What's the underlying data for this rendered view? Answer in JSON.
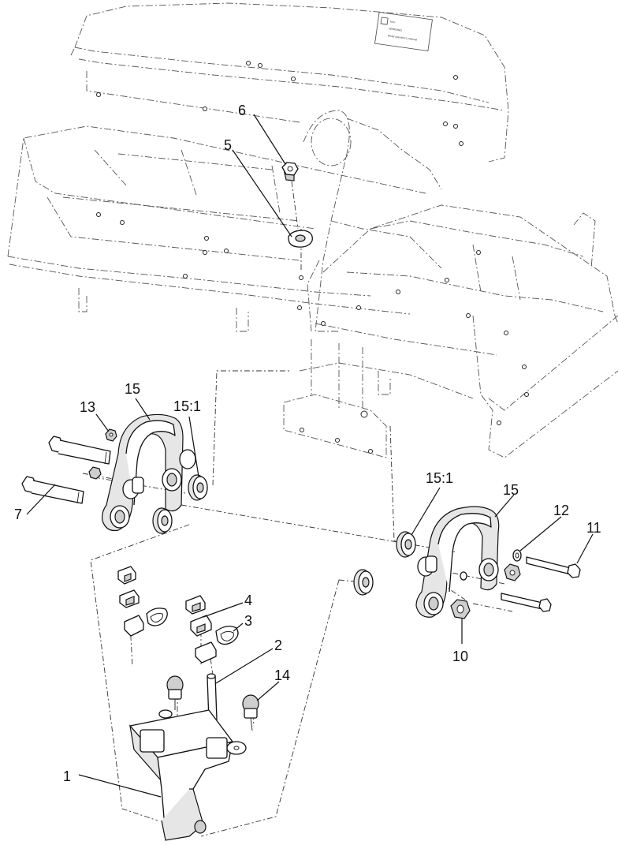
{
  "diagram": {
    "callouts": [
      {
        "id": "c6",
        "label": "6"
      },
      {
        "id": "c5",
        "label": "5"
      },
      {
        "id": "c15a",
        "label": "15"
      },
      {
        "id": "c13",
        "label": "13"
      },
      {
        "id": "c151a",
        "label": "15:1"
      },
      {
        "id": "c7",
        "label": "7"
      },
      {
        "id": "c151b",
        "label": "15:1"
      },
      {
        "id": "c15b",
        "label": "15"
      },
      {
        "id": "c12",
        "label": "12"
      },
      {
        "id": "c11",
        "label": "11"
      },
      {
        "id": "c4",
        "label": "4"
      },
      {
        "id": "c3",
        "label": "3"
      },
      {
        "id": "c2",
        "label": "2"
      },
      {
        "id": "c10",
        "label": "10"
      },
      {
        "id": "c14",
        "label": "14"
      },
      {
        "id": "c1",
        "label": "1"
      }
    ],
    "decal": {
      "line1": "Toro",
      "line2": "WARNING",
      "line3": "Read operator's manual"
    }
  }
}
